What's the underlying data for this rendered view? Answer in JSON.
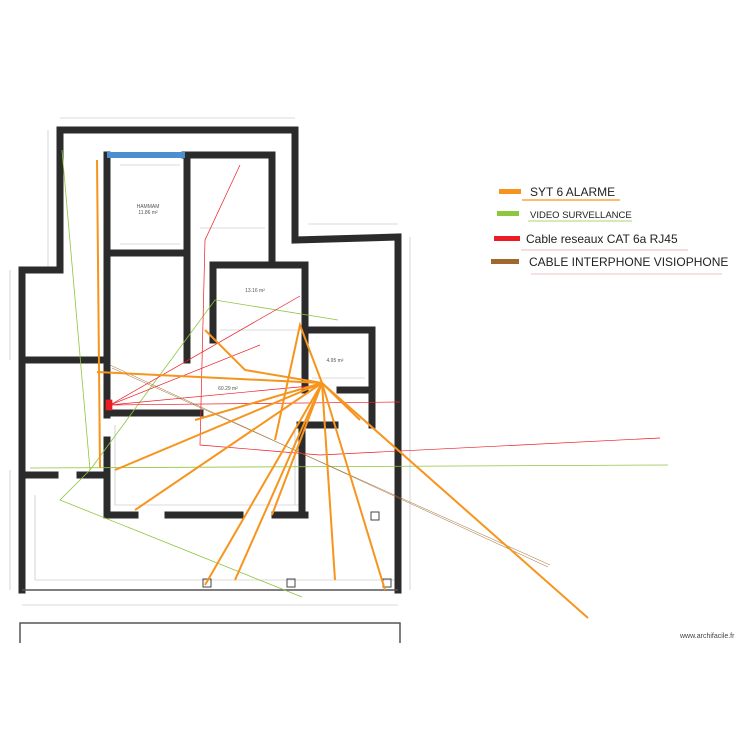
{
  "rooms": [
    {
      "name": "HAMMAM",
      "area": "11.86 m²"
    },
    {
      "name": "",
      "area": "13.16 m²"
    },
    {
      "name": "",
      "area": "4.95 m²"
    },
    {
      "name": "",
      "area": "60.29 m²"
    }
  ],
  "legend": [
    {
      "label": "SYT 6 ALARME",
      "color": "#f7941d"
    },
    {
      "label": "VIDEO SURVELLANCE",
      "color": "#8dc63f"
    },
    {
      "label": "Cable reseaux CAT 6a RJ45",
      "color": "#ed1c24"
    },
    {
      "label": "CABLE INTERPHONE VISIOPHONE",
      "color": "#a0692b"
    }
  ],
  "watermark": "www.archifacile.fr",
  "colors": {
    "wall": "#2b2b2b",
    "window": "#4a90d0"
  }
}
